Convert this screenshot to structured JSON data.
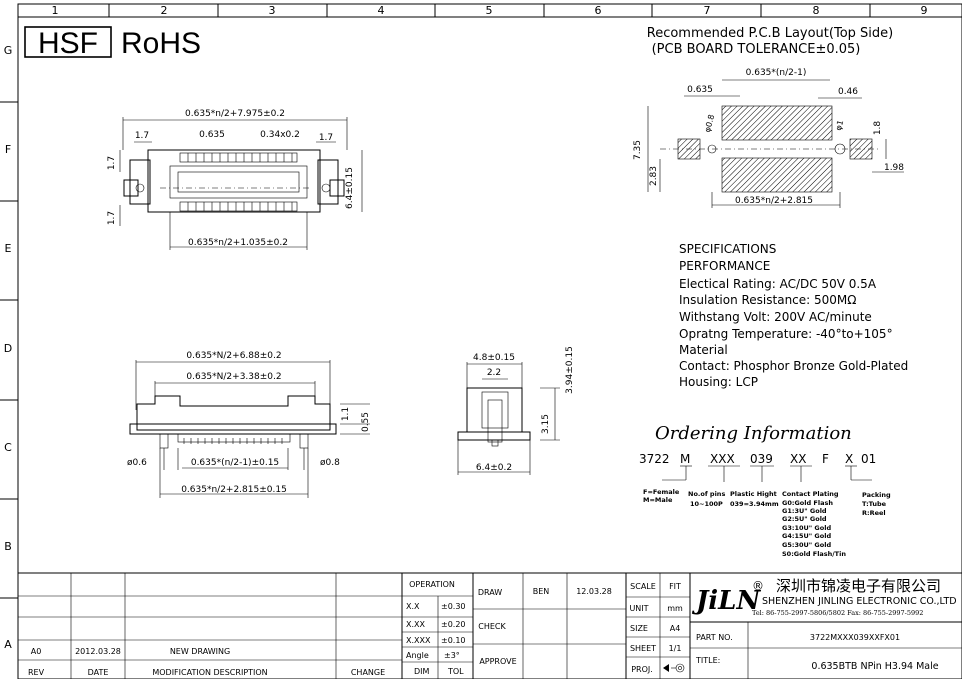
{
  "grid": {
    "columns": [
      "1",
      "2",
      "3",
      "4",
      "5",
      "6",
      "7",
      "8",
      "9"
    ],
    "rows": [
      "G",
      "F",
      "E",
      "D",
      "C",
      "B",
      "A"
    ]
  },
  "header": {
    "hsf": "HSF",
    "rohs": "RoHS"
  },
  "pcb": {
    "title_line1": "Recommended P.C.B Layout(Top Side)",
    "title_line2": "(PCB BOARD TOLERANCE±0.05)",
    "dim_top": "0.635*(n/2-1)",
    "dim_pitch": "0.635",
    "dim_pad_w": "0.46",
    "dim_hole1": "φ0.8",
    "dim_hole2": "φ1",
    "dim_h_total": "7.35",
    "dim_h_low": "2.83",
    "dim_side_h": "1.8",
    "dim_side_w": "1.98",
    "dim_bottom": "0.635*n/2+2.815"
  },
  "top_view": {
    "dim_overall": "0.635*n/2+7.975±0.2",
    "dim_left": "1.7",
    "dim_pitch": "0.635",
    "dim_pin": "0.34x0.2",
    "dim_right": "1.7",
    "dim_height": "6.4±0.15",
    "dim_side_top": "1.7",
    "dim_side_bottom": "1.7",
    "dim_bottom": "0.635*n/2+1.035±0.2"
  },
  "front_view": {
    "dim1": "0.635*N/2+6.88±0.2",
    "dim2": "0.635*N/2+3.38±0.2",
    "dim_h1": "1.1",
    "dim_h2": "0.55",
    "hole_left": "ø0.6",
    "dim_inner": "0.635*(n/2-1)±0.15",
    "hole_right": "ø0.8",
    "dim_bottom": "0.635*n/2+2.815±0.15"
  },
  "side_view": {
    "dim_top": "4.8±0.15",
    "dim_inner": "2.2",
    "dim_height": "3.94±0.15",
    "dim_mid": "3.15",
    "dim_bottom": "6.4±0.2"
  },
  "specs": {
    "lines": [
      "SPECIFICATIONS",
      "PERFORMANCE",
      "Electical Rating: AC/DC 50V 0.5A",
      "Insulation Resistance:    500MΩ",
      "Withstang Volt: 200V AC/minute",
      "Opratng Temperature: -40°to+105°",
      "Material",
      "Contact: Phosphor Bronze Gold-Plated",
      "Housing: LCP"
    ]
  },
  "ordering": {
    "title": "Ordering Information",
    "codes": [
      "3722",
      "M",
      "XXX",
      "039",
      "XX",
      "F",
      "X",
      "01"
    ],
    "desc_gender": [
      "F=Female",
      "M=Male"
    ],
    "desc_pins": [
      "No.of pins",
      "10~100P"
    ],
    "desc_height": [
      "Plastic Hight",
      "039=3.94mm"
    ],
    "desc_plating": [
      "Contact  Plating",
      "G0:Gold  Flash",
      "G1:3U\"  Gold",
      "G2:5U\"  Gold",
      "G3:10U\"  Gold",
      "G4:15U\"  Gold",
      "G5:30U\"  Gold",
      "S0:Gold  Flash/Tin"
    ],
    "desc_packing": [
      "Packing",
      "T:Tube",
      "R:Reel"
    ]
  },
  "title_block": {
    "operation": "OPERATION",
    "tol_rows": [
      [
        "X.X",
        "±0.30"
      ],
      [
        "X.XX",
        "±0.20"
      ],
      [
        "X.XXX",
        "±0.10"
      ],
      [
        "Angle",
        "±3°"
      ]
    ],
    "dim": "DIM",
    "tol": "TOL",
    "draw": "DRAW",
    "drawer": "BEN",
    "date": "12.03.28",
    "check": "CHECK",
    "approve": "APPROVE",
    "scale_l": "SCALE",
    "scale_v": "FIT",
    "unit_l": "UNIT",
    "unit_v": "mm",
    "size_l": "SIZE",
    "size_v": "A4",
    "sheet_l": "SHEET",
    "sheet_v": "1/1",
    "proj_l": "PROJ.",
    "logo": "JiLN",
    "reg": "®",
    "company_cn": "深圳市锦凌电子有限公司",
    "company_en": "SHENZHEN JINLING ELECTRONIC CO.,LTD",
    "phone": "Tel: 86-755-2997-5806/5802    Fax: 86-755-2997-5992",
    "part_no_l": "PART NO.",
    "part_no_v": "3722MXXX039XXFX01",
    "title_l": "TITLE:",
    "title_v": "0.635BTB   NPin  H3.94  Male",
    "rev_header": [
      "REV",
      "DATE",
      "MODIFICATION  DESCRIPTION",
      "CHANGE"
    ],
    "rev_row": [
      "A0",
      "2012.03.28",
      "NEW  DRAWING"
    ]
  }
}
